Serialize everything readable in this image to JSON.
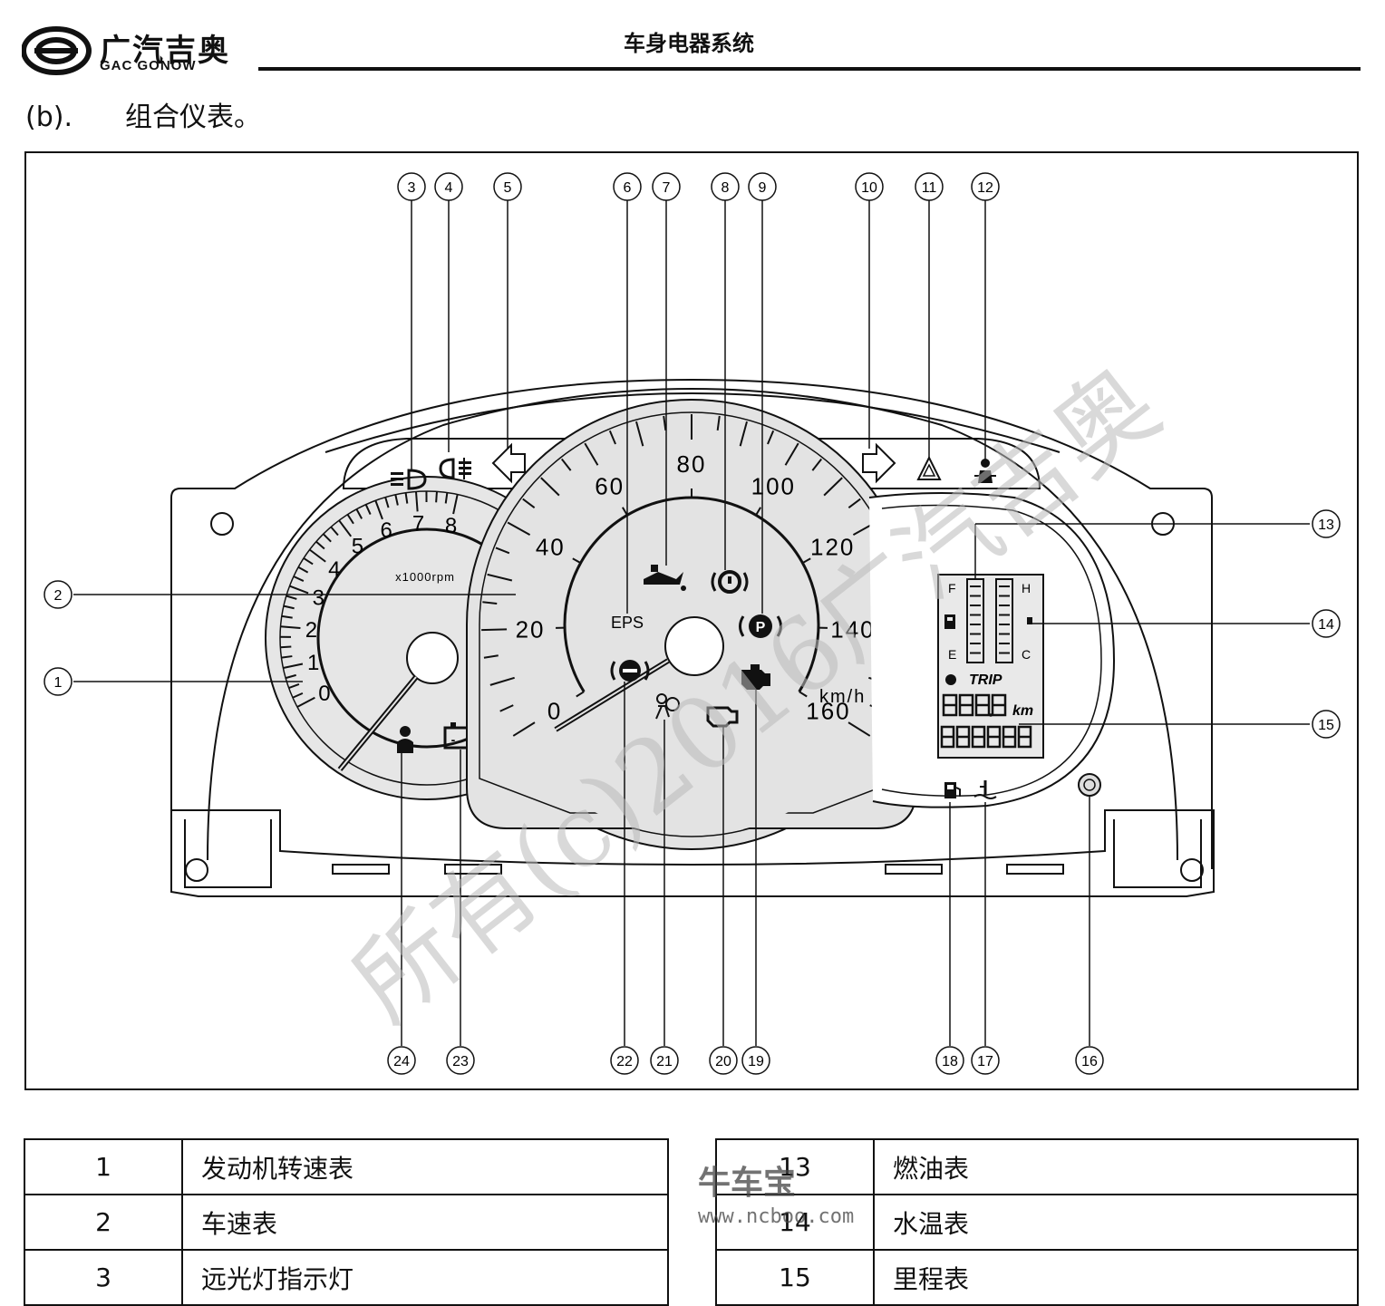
{
  "header": {
    "logo_text_cn": "广汽吉奥",
    "logo_text_en": "GAC GONOW",
    "title": "车身电器系统"
  },
  "section": {
    "number": "(b).",
    "title": "组合仪表。"
  },
  "gauges": {
    "tach_unit": "x1000rpm",
    "tach_numbers": [
      "0",
      "1",
      "2",
      "3",
      "4",
      "5",
      "6",
      "7",
      "8"
    ],
    "speed_unit": "km/h",
    "speed_numbers": [
      "0",
      "20",
      "40",
      "60",
      "80",
      "100",
      "120",
      "140",
      "160"
    ],
    "eps_label": "EPS",
    "fuel_full": "F",
    "fuel_empty": "E",
    "temp_hot": "H",
    "temp_cold": "C",
    "trip_label": "TRIP",
    "trip_unit": "km"
  },
  "callouts_top": [
    "3",
    "4",
    "5",
    "6",
    "7",
    "8",
    "9",
    "10",
    "11",
    "12"
  ],
  "callouts_left": [
    "2",
    "1"
  ],
  "callouts_right": [
    "13",
    "14",
    "15"
  ],
  "callouts_bottom": [
    "24",
    "23",
    "22",
    "21",
    "20",
    "19",
    "18",
    "17",
    "16"
  ],
  "legend_left": [
    {
      "num": "1",
      "desc": "发动机转速表"
    },
    {
      "num": "2",
      "desc": "车速表"
    },
    {
      "num": "3",
      "desc": "远光灯指示灯"
    }
  ],
  "legend_right": [
    {
      "num": "13",
      "desc": "燃油表"
    },
    {
      "num": "14",
      "desc": "水温表"
    },
    {
      "num": "15",
      "desc": "里程表"
    }
  ],
  "watermark": {
    "site": "牛车宝",
    "url": "www.ncboo.com",
    "copyright": "所有(c)2016广汽吉奥"
  }
}
